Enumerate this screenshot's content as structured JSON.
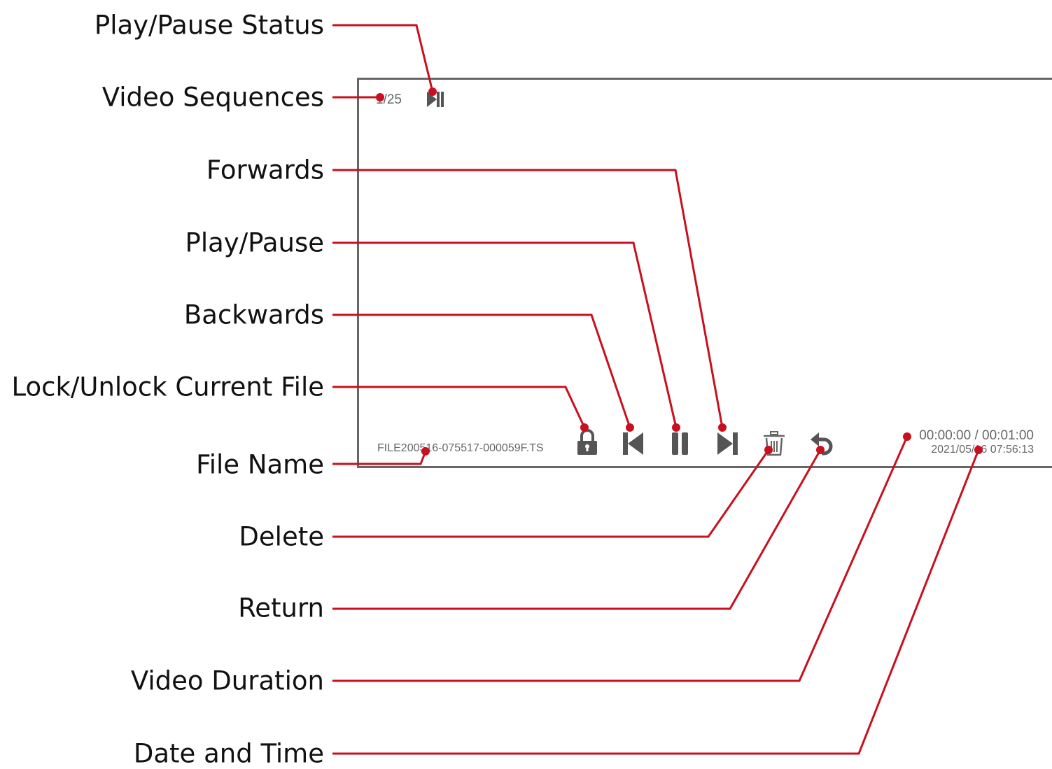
{
  "screen": {
    "sequence": "1/25",
    "file_name": "FILE200516-075517-000059F.TS",
    "duration": "00:00:00 / 00:01:00",
    "date_time": "2021/05/16 07:56:13"
  },
  "labels": {
    "play_pause_status": "Play/Pause Status",
    "video_sequences": "Video Sequences",
    "forwards": "Forwards",
    "play_pause": "Play/Pause",
    "backwards": "Backwards",
    "lock_unlock": "Lock/Unlock Current File",
    "file_name": "File Name",
    "delete": "Delete",
    "return": "Return",
    "video_duration": "Video Duration",
    "date_and_time": "Date and Time"
  },
  "icons": [
    "play-pause-status-icon",
    "lock-icon",
    "skip-back-icon",
    "pause-icon",
    "skip-forward-icon",
    "trash-icon",
    "return-icon"
  ],
  "colors": {
    "callout_line": "#c8101e",
    "screen_border": "#666666",
    "icon": "#555555",
    "screen_text": "#666666"
  }
}
